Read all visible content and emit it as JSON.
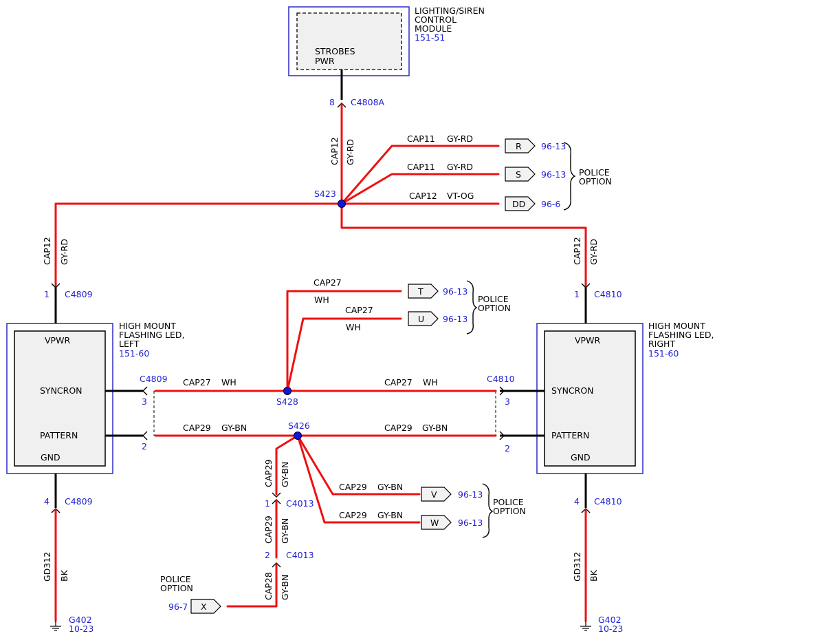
{
  "lsm": {
    "name_l1": "LIGHTING/SIREN",
    "name_l2": "CONTROL",
    "name_l3": "MODULE",
    "ref": "151-51",
    "pin_l1": "STROBES",
    "pin_l2": "PWR",
    "conn_pin": "8",
    "conn": "C4808A"
  },
  "top_wire": {
    "circuit": "CAP12",
    "color": "GY-RD"
  },
  "s423": {
    "label": "S423",
    "branches": [
      {
        "circuit": "CAP11",
        "color": "GY-RD",
        "tag": "R",
        "ref": "96-13"
      },
      {
        "circuit": "CAP11",
        "color": "GY-RD",
        "tag": "S",
        "ref": "96-13"
      },
      {
        "circuit": "CAP12",
        "color": "VT-OG",
        "tag": "DD",
        "ref": "96-6"
      }
    ],
    "bracket_l1": "POLICE",
    "bracket_l2": "OPTION"
  },
  "left_feed": {
    "circuit": "CAP12",
    "color": "GY-RD",
    "pin": "1",
    "conn": "C4809"
  },
  "right_feed": {
    "circuit": "CAP12",
    "color": "GY-RD",
    "pin": "1",
    "conn": "C4810"
  },
  "s428_branches": [
    {
      "circuit": "CAP27",
      "color": "WH",
      "tag": "T",
      "ref": "96-13"
    },
    {
      "circuit": "CAP27",
      "color": "WH",
      "tag": "U",
      "ref": "96-13"
    }
  ],
  "s428_bracket_l1": "POLICE",
  "s428_bracket_l2": "OPTION",
  "left_module": {
    "name_l1": "HIGH MOUNT",
    "name_l2": "FLASHING LED,",
    "name_l3": "LEFT",
    "ref": "151-60",
    "pin_vpwr": "VPWR",
    "pin_syncron": "SYNCRON",
    "pin_pattern": "PATTERN",
    "pin_gnd": "GND",
    "conn": "C4809",
    "syncron_pin": "3",
    "pattern_pin": "2",
    "gnd_pin": "4",
    "gnd_conn": "C4809"
  },
  "right_module": {
    "name_l1": "HIGH MOUNT",
    "name_l2": "FLASHING LED,",
    "name_l3": "RIGHT",
    "ref": "151-60",
    "pin_vpwr": "VPWR",
    "pin_syncron": "SYNCRON",
    "pin_pattern": "PATTERN",
    "pin_gnd": "GND",
    "conn": "C4810",
    "syncron_pin": "3",
    "pattern_pin": "2",
    "gnd_pin": "4",
    "gnd_conn": "C4810"
  },
  "syncron_bus": {
    "left": {
      "circuit": "CAP27",
      "color": "WH"
    },
    "right": {
      "circuit": "CAP27",
      "color": "WH"
    },
    "splice": "S428"
  },
  "pattern_bus": {
    "left": {
      "circuit": "CAP29",
      "color": "GY-BN"
    },
    "right": {
      "circuit": "CAP29",
      "color": "GY-BN"
    },
    "splice": "S426"
  },
  "s426_branches": [
    {
      "circuit": "CAP29",
      "color": "GY-BN",
      "tag": "V",
      "ref": "96-13"
    },
    {
      "circuit": "CAP29",
      "color": "GY-BN",
      "tag": "W",
      "ref": "96-13"
    }
  ],
  "s426_bracket_l1": "POLICE",
  "s426_bracket_l2": "OPTION",
  "c4013": {
    "upper_wire": {
      "circuit": "CAP29",
      "color": "GY-BN"
    },
    "pin1": "1",
    "conn1": "C4013",
    "mid_wire": {
      "circuit": "CAP29",
      "color": "GY-BN"
    },
    "pin2": "2",
    "conn2": "C4013",
    "lower_wire": {
      "circuit": "CAP28",
      "color": "GY-BN"
    }
  },
  "x_connector": {
    "tag": "X",
    "ref": "96-7",
    "label_l1": "POLICE",
    "label_l2": "OPTION"
  },
  "left_ground": {
    "circuit": "GD312",
    "color": "BK",
    "ground": "G402",
    "ref": "10-23"
  },
  "right_ground": {
    "circuit": "GD312",
    "color": "BK",
    "ground": "G402",
    "ref": "10-23"
  }
}
